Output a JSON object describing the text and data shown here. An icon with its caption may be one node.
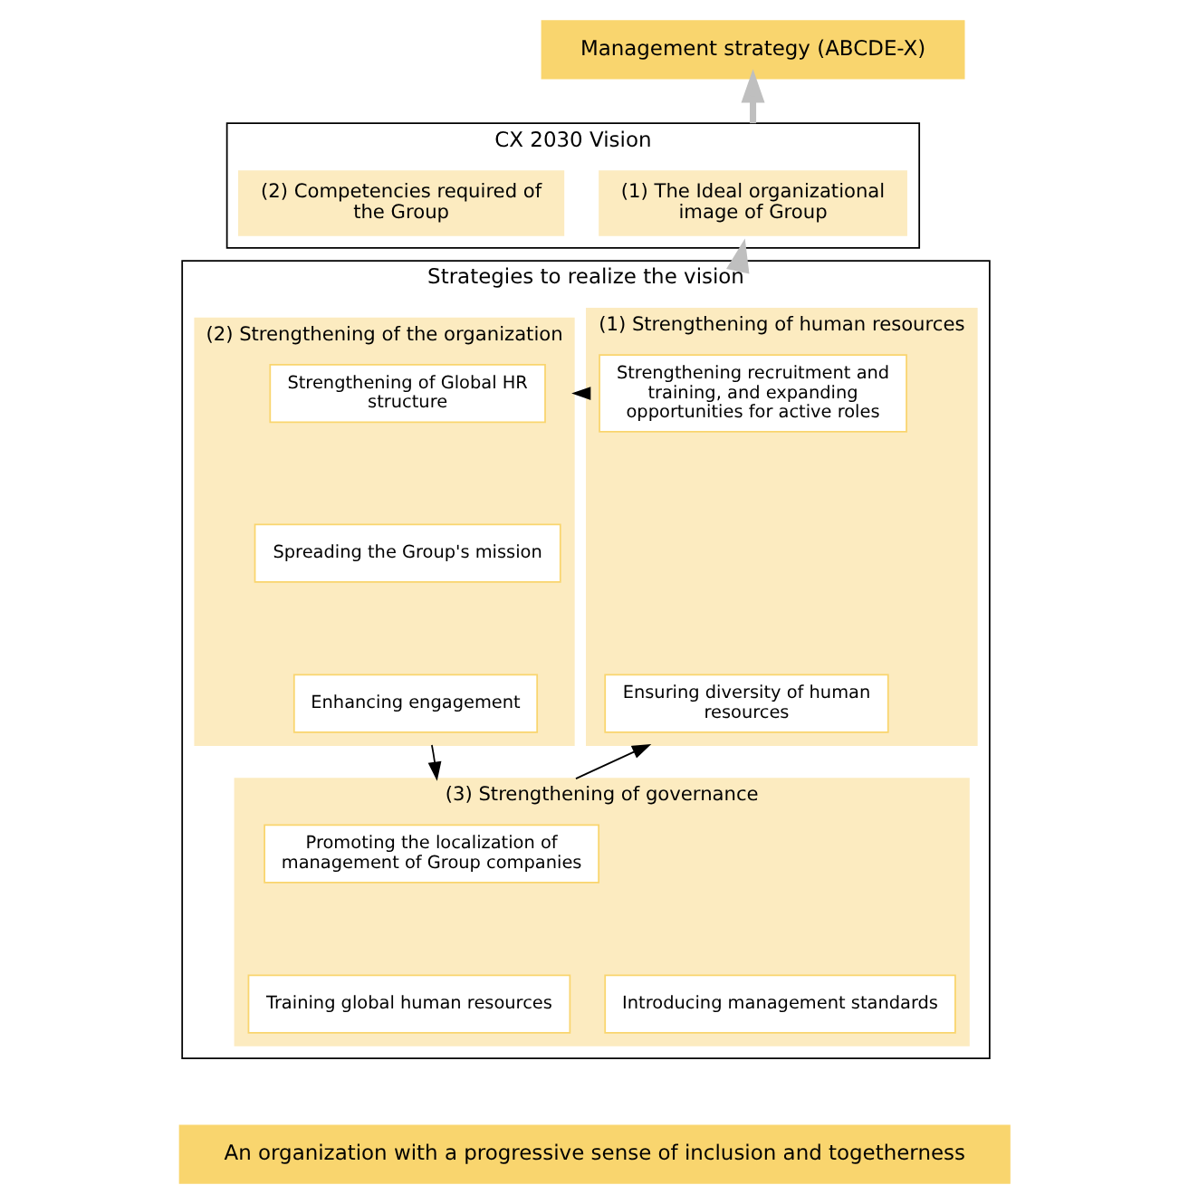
{
  "diagram": {
    "nodes": [
      {
        "text": [
          "Management strategy (ABCDE-X)"
        ]
      },
      {
        "text": [
          "CX 2030 Vision"
        ]
      },
      {
        "text": [
          "(1) The Ideal organizational image of Group"
        ],
        "in": 1
      },
      {
        "text": [
          "(2) Competencies required of the Group"
        ],
        "in": 1
      },
      {
        "text": [
          "Strategies to realize the vision"
        ]
      },
      {
        "text": [
          "(1) Strengthening of human resources"
        ],
        "in": 4
      },
      {
        "text": [
          "Strengthening recruitment and training, and expanding opportunities for active roles"
        ],
        "in": 5
      },
      {
        "text": [
          "Ensuring diversity of human resources"
        ],
        "in": 5
      },
      {
        "text": [
          "(2) Strengthening of the organization"
        ],
        "in": 4
      },
      {
        "text": [
          "Strengthening of Global HR structure"
        ],
        "in": 8
      },
      {
        "text": [
          "Spreading the Group's mission"
        ],
        "in": 8
      },
      {
        "text": [
          "Enhancing engagement"
        ],
        "in": 8
      },
      {
        "text": [
          "(3) Strengthening of governance"
        ],
        "in": 4
      },
      {
        "text": [
          "Promoting the localization of management of Group companies"
        ],
        "in": 12
      },
      {
        "text": [
          "Introducing management standards"
        ],
        "in": 12
      },
      {
        "text": [
          "Training global human resources"
        ],
        "in": 12
      },
      {
        "text": [
          "An organization with a progressive sense of inclusion and togetherness"
        ]
      }
    ],
    "edges": [
      {
        "from": 1,
        "to": 0,
        "arrow": "to",
        "style": "thick",
        "color": "#bfbfbf"
      },
      {
        "from": 4,
        "to": 1,
        "arrow": "to",
        "style": "thick",
        "color": "#bfbfbf"
      },
      {
        "from": 5,
        "to": 8,
        "arrow": "to"
      },
      {
        "from": 8,
        "to": 12,
        "arrow": "to"
      },
      {
        "from": 12,
        "to": 5,
        "arrow": "to"
      }
    ]
  }
}
